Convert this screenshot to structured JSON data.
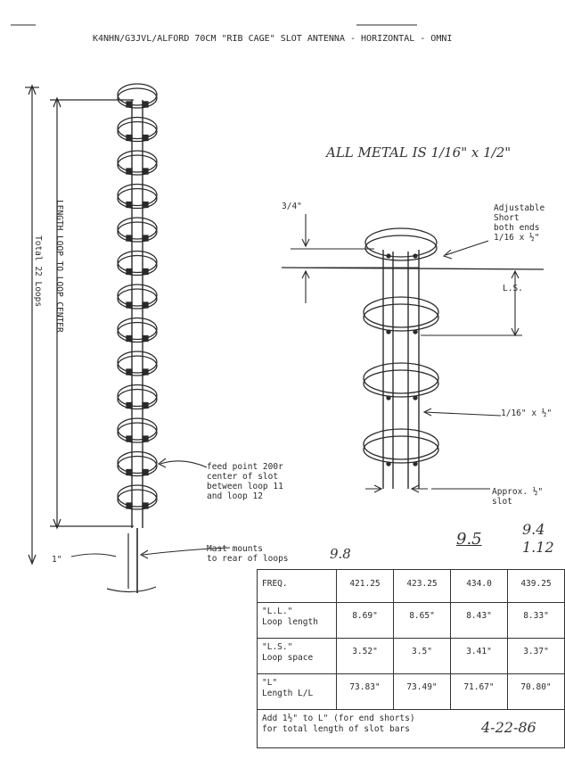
{
  "header": {
    "title": "K4NHN/G3JVL/ALFORD 70CM \"RIB CAGE\" SLOT ANTENNA - HORIZONTAL - OMNI"
  },
  "left_labels": {
    "length_loop_to_loop": "LENGTH LOOP TO LOOP CENTER",
    "total_loops": "Total 22 Loops",
    "one_inch": "1\"",
    "feed_point": "feed point 200r\ncenter of slot\nbetween loop 11\nand loop 12",
    "mast_mounts": "Mast mounts\nto rear of loops"
  },
  "handwritten": {
    "all_metal": "ALL METAL IS 1/16\" x 1/2\"",
    "n98": "9.8",
    "n95": "9.5",
    "n94": "9.4",
    "n112": "1.12",
    "date": "4-22-86"
  },
  "detail_labels": {
    "three_quarter": "3/4\"",
    "adjustable_short": "Adjustable\nShort\nboth ends\n1/16 x ½\"",
    "ls": "L.S.",
    "strap_size": "1/16\" x ½\"",
    "slot": "Approx. ½\"\nslot"
  },
  "table": {
    "header": {
      "label": "FREQ.",
      "values": [
        "421.25",
        "423.25",
        "434.0",
        "439.25"
      ]
    },
    "rows": [
      {
        "label": "\"L.L.\"\nLoop length",
        "values": [
          "8.69\"",
          "8.65\"",
          "8.43\"",
          "8.33\""
        ]
      },
      {
        "label": "\"L.S.\"\nLoop space",
        "values": [
          "3.52\"",
          "3.5\"",
          "3.41\"",
          "3.37\""
        ]
      },
      {
        "label": "\"L\"\nLength L/L",
        "values": [
          "73.83\"",
          "73.49\"",
          "71.67\"",
          "70.80\""
        ]
      }
    ],
    "footer": "Add 1½\" to L\" (for end shorts)\nfor total length of slot bars"
  },
  "colors": {
    "ink": "#2a2a2a",
    "paper": "#ffffff"
  }
}
